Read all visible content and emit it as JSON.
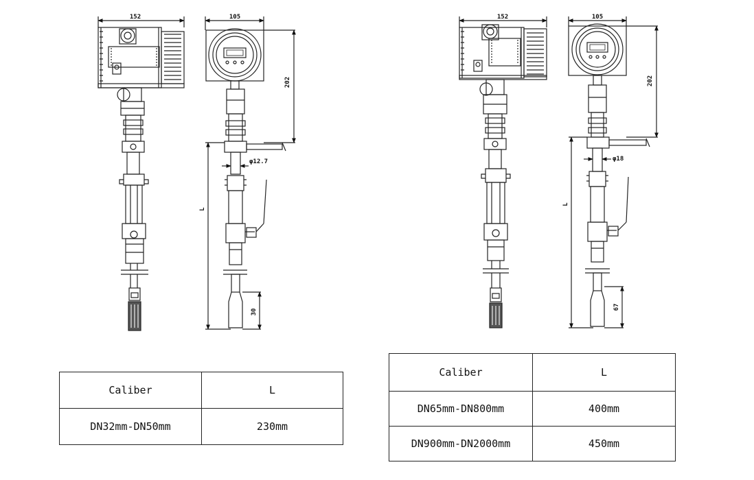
{
  "drawing_left": {
    "front_width_dim": "152",
    "side_width_dim": "105",
    "height_dim": "202",
    "probe_dia_dim": "φ12.7",
    "length_dim": "L",
    "tip_dim": "30"
  },
  "drawing_right": {
    "front_width_dim": "152",
    "side_width_dim": "105",
    "height_dim": "202",
    "probe_dia_dim": "φ18",
    "length_dim": "L",
    "tip_dim": "67"
  },
  "table_left": {
    "headers": [
      "Caliber",
      "L"
    ],
    "rows": [
      [
        "DN32mm-DN50mm",
        "230mm"
      ]
    ]
  },
  "table_right": {
    "headers": [
      "Caliber",
      "L"
    ],
    "rows": [
      [
        "DN65mm-DN800mm",
        "400mm"
      ],
      [
        "DN900mm-DN2000mm",
        "450mm"
      ]
    ]
  }
}
